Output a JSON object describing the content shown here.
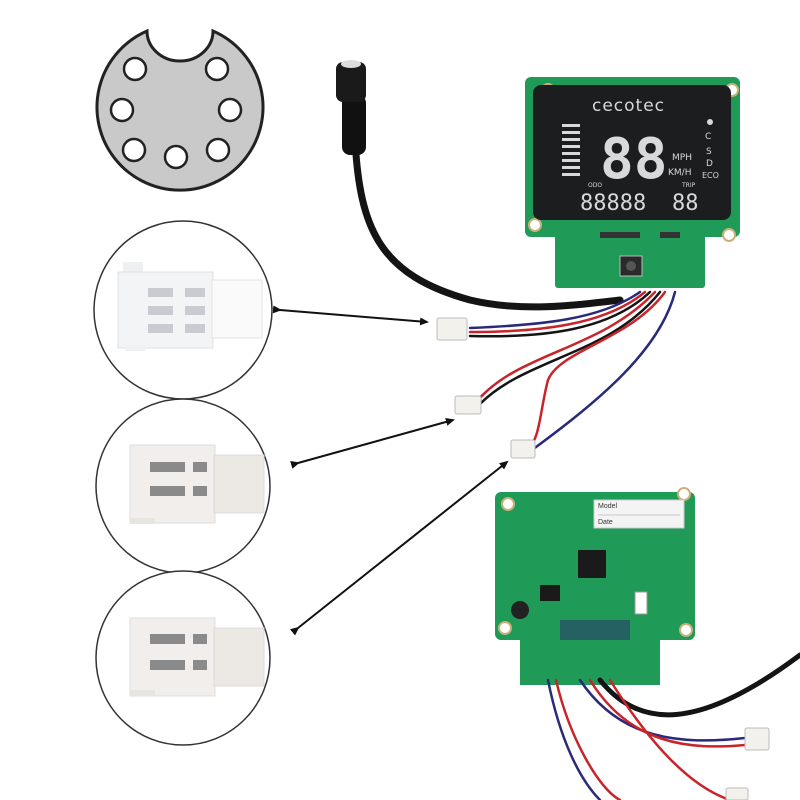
{
  "display": {
    "brand": "cecotec",
    "speed_digits": "88",
    "unit_mph": "MPH",
    "unit_kmh": "KM/H",
    "odo_label": "ODO",
    "trip_label": "TRIP",
    "odo_digits": "88888",
    "trip_digits": "88",
    "mode_eco": "ECO",
    "mode_s": "S",
    "mode_d": "D"
  },
  "controller_label": {
    "model_label": "Model",
    "date_label": "Date"
  },
  "colors": {
    "pcb_green": "#1f9a57",
    "lcd_black": "#1b1d1f",
    "cable_black": "#141414",
    "wire_red": "#c8242a",
    "wire_blue": "#2a2a7a",
    "connector_white": "#f3f1ec",
    "plug_face": "#b9b9b9"
  },
  "callouts": [
    {
      "id": "plug-8pin",
      "icon": "8-pin-plug-face-icon"
    },
    {
      "id": "connector-3pin",
      "icon": "3-pin-connector-icon"
    },
    {
      "id": "connector-2pin-a",
      "icon": "2-pin-connector-icon"
    },
    {
      "id": "connector-2pin-b",
      "icon": "2-pin-connector-icon"
    }
  ]
}
